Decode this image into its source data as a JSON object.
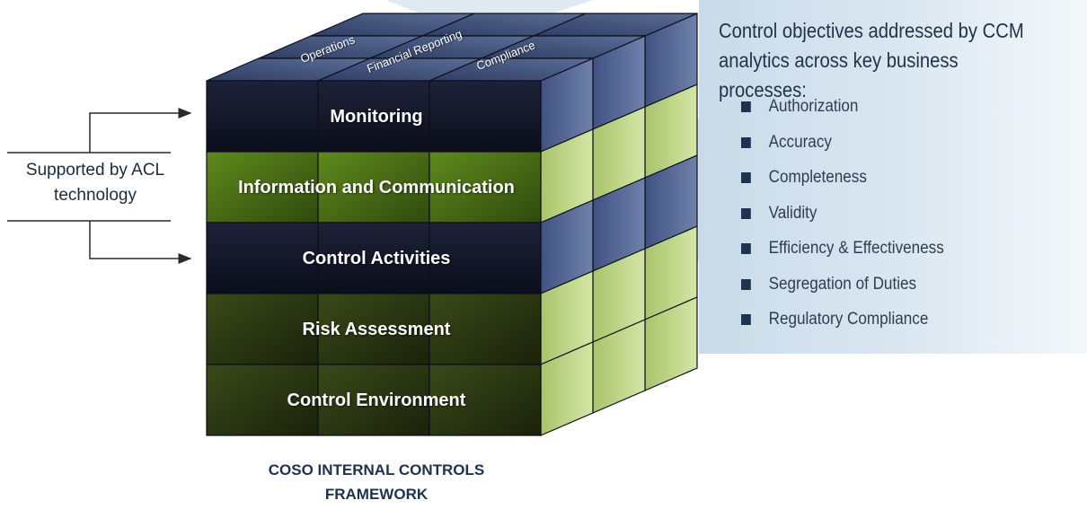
{
  "side": {
    "line1": "Supported by ACL",
    "line2": "technology"
  },
  "cube": {
    "rows": [
      {
        "label": "Monitoring",
        "tone": "dark"
      },
      {
        "label": "Information and Communication",
        "tone": "green"
      },
      {
        "label": "Control Activities",
        "tone": "dark"
      },
      {
        "label": "Risk Assessment",
        "tone": "olive"
      },
      {
        "label": "Control Environment",
        "tone": "olive"
      }
    ],
    "columns": [
      "Operations",
      "Financial Reporting",
      "Compliance"
    ]
  },
  "caption": {
    "line1": "COSO INTERNAL CONTROLS",
    "line2": "FRAMEWORK"
  },
  "objectives": {
    "title_line1": "Control objectives addressed by CCM",
    "title_line2": "analytics across key business processes:",
    "items": [
      "Authorization",
      "Accuracy",
      "Completeness",
      "Validity",
      "Efficiency & Effectiveness",
      "Segregation of Duties",
      "Regulatory Compliance"
    ]
  },
  "colors": {
    "dark_front": "#13172a",
    "green_front": "#4a6b14",
    "olive_front": "#2a3612",
    "top_face": "#3c4f7a",
    "side_light": "#c4d98e",
    "side_blue": "#5a6f99",
    "bullet": "#1e3350",
    "panel": "#d3e2ee"
  }
}
